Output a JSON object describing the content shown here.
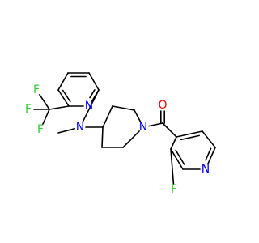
{
  "colors": {
    "carbon_bond": "#000000",
    "nitrogen": "#0000ff",
    "oxygen": "#ff0000",
    "fluorine": "#33cc33",
    "background": "#ffffff"
  },
  "atom_labels": {
    "n_pyridine_top": "N",
    "n_amine": "N",
    "n_piperidine": "N",
    "n_pyridine_right": "N",
    "o_carbonyl": "O",
    "f_cf3_top": "F",
    "f_cf3_left": "F",
    "f_cf3_bottom": "F",
    "f_aryl": "F"
  }
}
